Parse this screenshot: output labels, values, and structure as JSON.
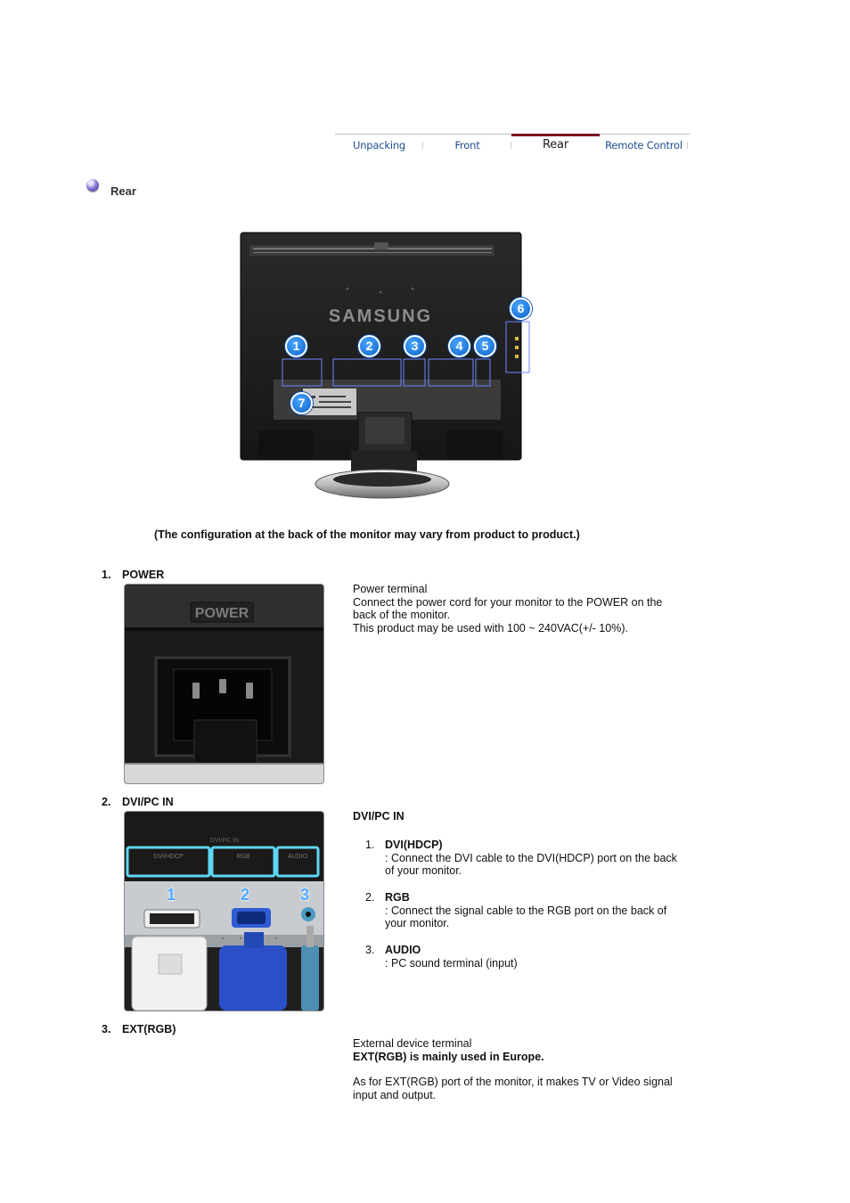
{
  "tabs": [
    {
      "label": "Unpacking",
      "active": false
    },
    {
      "label": "Front",
      "active": false
    },
    {
      "label": "Rear",
      "active": true
    },
    {
      "label": "Remote Control",
      "active": false
    }
  ],
  "section": {
    "title": "Rear",
    "icon": "purple-orb-bullet-icon"
  },
  "monitor": {
    "brand": "SAMSUNG",
    "callouts": [
      "1",
      "2",
      "3",
      "4",
      "5",
      "6",
      "7"
    ]
  },
  "note": "(The configuration at the back of the monitor may vary from product to product.)",
  "items": [
    {
      "number": "1.",
      "title": "POWER",
      "photo_label": "POWER",
      "lines": [
        "Power terminal",
        "Connect the power cord for your monitor to the POWER on the back of the monitor.",
        "This product may be used with 100 ~ 240VAC(+/- 10%)."
      ]
    },
    {
      "number": "2.",
      "title": "DVI/PC IN",
      "photo_labels": [
        "DVI/PC IN",
        "DVI/HDCP",
        "RGB",
        "AUDIO"
      ],
      "photo_callouts": [
        "1",
        "2",
        "3"
      ],
      "heading": "DVI/PC IN",
      "subitems": [
        {
          "n": "1.",
          "name": "DVI(HDCP)",
          "text": ": Connect the DVI cable to the DVI(HDCP) port on the back of your monitor."
        },
        {
          "n": "2.",
          "name": "RGB",
          "text": ": Connect the signal cable to the RGB port on the back of your monitor."
        },
        {
          "n": "3.",
          "name": "AUDIO",
          "text": ": PC sound terminal (input)"
        }
      ]
    },
    {
      "number": "3.",
      "title": "EXT(RGB)",
      "line1": "External device terminal",
      "bold": "EXT(RGB) is mainly used in Europe.",
      "line2": "As for EXT(RGB) port of the monitor, it makes TV or Video signal input and output."
    }
  ]
}
